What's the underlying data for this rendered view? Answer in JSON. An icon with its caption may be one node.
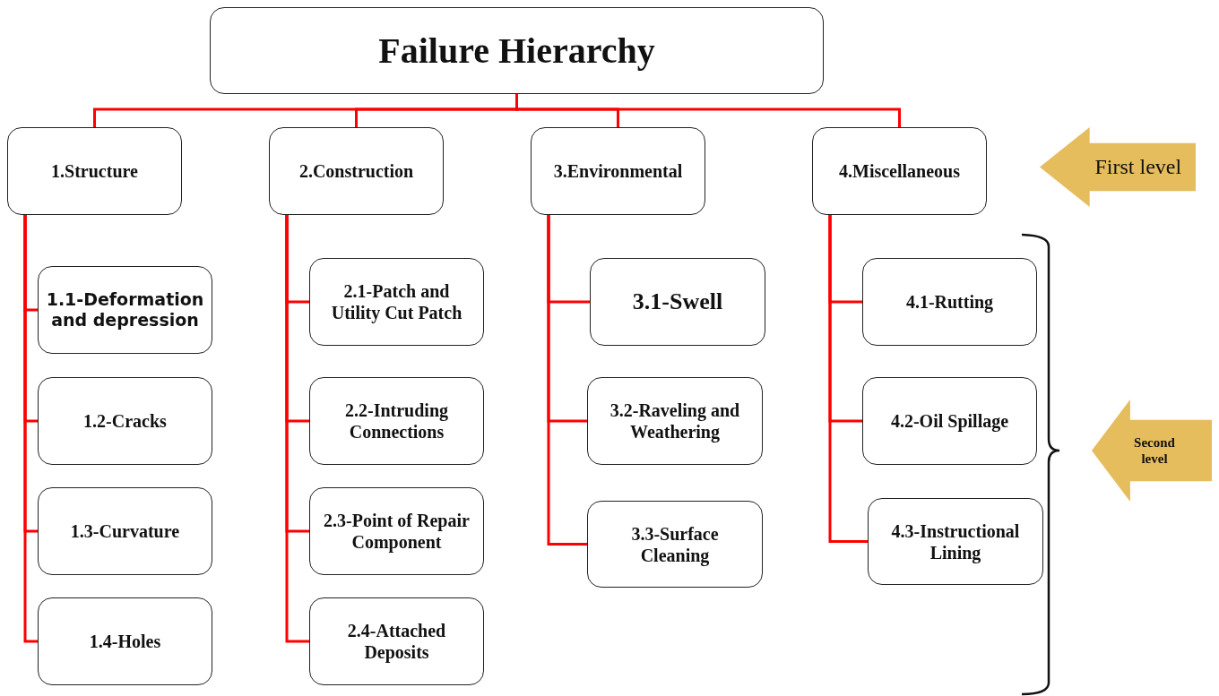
{
  "diagram": {
    "nodes": [
      {
        "text": [
          "Failure Hierarchy"
        ]
      },
      {
        "text": [
          "1.Structure"
        ]
      },
      {
        "text": [
          "2.Construction"
        ]
      },
      {
        "text": [
          "3.Environmental"
        ]
      },
      {
        "text": [
          "4.Miscellaneous"
        ]
      },
      {
        "text": [
          "1.1-Deformation and depression"
        ]
      },
      {
        "text": [
          "1.2-Cracks"
        ]
      },
      {
        "text": [
          "1.3-Curvature"
        ]
      },
      {
        "text": [
          "1.4-Holes"
        ]
      },
      {
        "text": [
          "2.1-Patch and Utility Cut Patch"
        ]
      },
      {
        "text": [
          "2.2-Intruding Connections"
        ]
      },
      {
        "text": [
          "2.3-Point of Repair Component"
        ]
      },
      {
        "text": [
          "2.4-Attached Deposits"
        ]
      },
      {
        "text": [
          "3.1-Swell"
        ]
      },
      {
        "text": [
          "3.2-Raveling and Weathering"
        ]
      },
      {
        "text": [
          "3.3-Surface Cleaning"
        ]
      },
      {
        "text": [
          "4.1-Rutting"
        ]
      },
      {
        "text": [
          "4.2-Oil Spillage"
        ]
      },
      {
        "text": [
          "4.3-Instructional Lining"
        ]
      },
      {
        "text": [
          "First level"
        ]
      },
      {
        "text": [
          "Second level"
        ]
      }
    ],
    "edges": [
      {
        "from": 0,
        "to": 1,
        "arrow": "none"
      },
      {
        "from": 0,
        "to": 2,
        "arrow": "none"
      },
      {
        "from": 0,
        "to": 3,
        "arrow": "none"
      },
      {
        "from": 0,
        "to": 4,
        "arrow": "none"
      },
      {
        "from": 1,
        "to": 5,
        "arrow": "none"
      },
      {
        "from": 1,
        "to": 6,
        "arrow": "none"
      },
      {
        "from": 1,
        "to": 7,
        "arrow": "none"
      },
      {
        "from": 1,
        "to": 8,
        "arrow": "none"
      },
      {
        "from": 2,
        "to": 9,
        "arrow": "none"
      },
      {
        "from": 2,
        "to": 10,
        "arrow": "none"
      },
      {
        "from": 2,
        "to": 11,
        "arrow": "none"
      },
      {
        "from": 2,
        "to": 12,
        "arrow": "none"
      },
      {
        "from": 3,
        "to": 13,
        "arrow": "none"
      },
      {
        "from": 3,
        "to": 14,
        "arrow": "none"
      },
      {
        "from": 3,
        "to": 15,
        "arrow": "none"
      },
      {
        "from": 4,
        "to": 16,
        "arrow": "none"
      },
      {
        "from": 4,
        "to": 17,
        "arrow": "none"
      },
      {
        "from": 4,
        "to": 18,
        "arrow": "none"
      }
    ]
  }
}
